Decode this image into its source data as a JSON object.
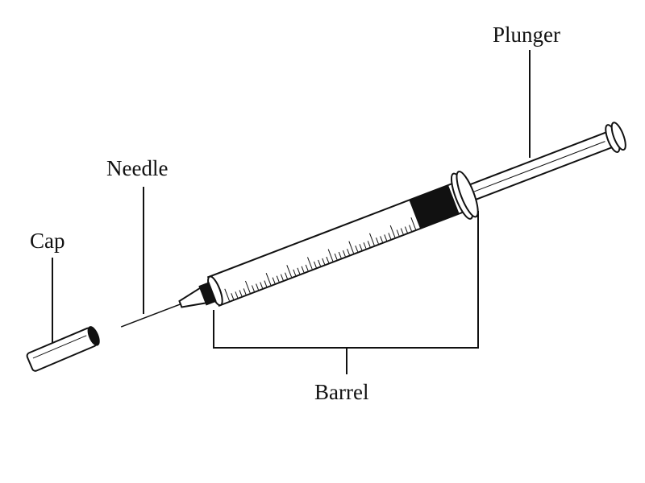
{
  "diagram": {
    "subject": "syringe",
    "labels": {
      "plunger": "Plunger",
      "needle": "Needle",
      "cap": "Cap",
      "barrel": "Barrel"
    },
    "colors": {
      "line": "#111111",
      "fill": "#ffffff"
    }
  }
}
